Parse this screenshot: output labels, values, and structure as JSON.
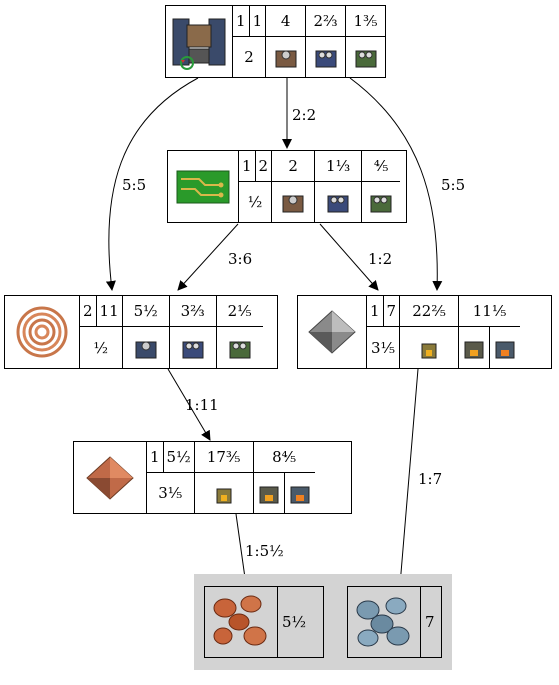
{
  "nodes": {
    "assembler": {
      "row1": [
        "1",
        "1",
        "4",
        "2⅔",
        "1⅗"
      ],
      "row2_count": "2"
    },
    "circuit": {
      "row1": [
        "1",
        "2",
        "2",
        "1⅓",
        "⅘"
      ],
      "row2_count": "½"
    },
    "copper_cable": {
      "row1": [
        "2",
        "11",
        "5½",
        "3⅔",
        "2⅕"
      ],
      "row2_count": "½"
    },
    "iron_plate": {
      "row1": [
        "1",
        "7",
        "22⅖",
        "11⅕"
      ],
      "row2_count": "3⅕"
    },
    "copper_plate": {
      "row1": [
        "1",
        "5½",
        "17⅗",
        "8⅘"
      ],
      "row2_count": "3⅕"
    },
    "copper_ore": {
      "amount": "5½"
    },
    "iron_ore": {
      "amount": "7"
    }
  },
  "edges": [
    {
      "from": "assembler",
      "to": "circuit",
      "label": "2:2"
    },
    {
      "from": "assembler",
      "to": "copper_cable",
      "label": "5:5"
    },
    {
      "from": "assembler",
      "to": "iron_plate",
      "label": "5:5"
    },
    {
      "from": "circuit",
      "to": "copper_cable",
      "label": "3:6"
    },
    {
      "from": "circuit",
      "to": "iron_plate",
      "label": "1:2"
    },
    {
      "from": "copper_cable",
      "to": "copper_plate",
      "label": "1:11"
    },
    {
      "from": "copper_plate",
      "to": "copper_ore",
      "label": "1:5½"
    },
    {
      "from": "iron_plate",
      "to": "iron_ore",
      "label": "1:7"
    }
  ],
  "icons": {
    "assembler": "assembling-machine-icon",
    "circuit": "electronic-circuit-icon",
    "copper_cable": "copper-cable-icon",
    "iron_plate": "iron-plate-icon",
    "copper_plate": "copper-plate-icon",
    "copper_ore": "copper-ore-icon",
    "iron_ore": "iron-ore-icon"
  }
}
